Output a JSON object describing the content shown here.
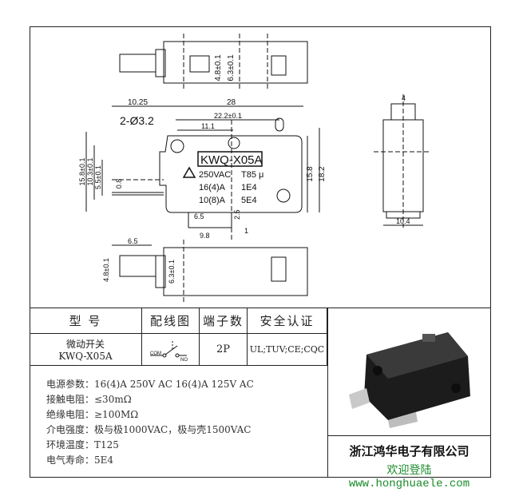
{
  "drawing": {
    "top_view": {
      "dim_a": "4.8±0.1",
      "dim_b": "6.3±0.1"
    },
    "front_view": {
      "dim_offset": "10.25",
      "dim_length": "28",
      "dim_hole_spacing": "22.2±0.1",
      "holes": "2-Ø3.2",
      "dim_half": "11.1",
      "dim_height": "15.8±0.1",
      "dim_h2": "10.3±0.1",
      "dim_h3": "5.5±0.1",
      "dim_thick": "0.8",
      "dim_right": "15.8",
      "dim_total": "18.2",
      "dim_term_w": "6.5",
      "dim_term_len": "9.8",
      "dim_2_5": "2.5",
      "dim_1": "1",
      "label": {
        "model": "KWQ-X05A",
        "voltage": "250VAC",
        "temp": "T85 μ",
        "rating1": "16(4)A",
        "life1": "1E4",
        "rating2": "10(8)A",
        "life2": "5E4"
      }
    },
    "side_view": {
      "dim_top": "4",
      "dim_width": "10.4"
    },
    "bottom_view": {
      "dim_a": "6.5",
      "dim_b": "4.8±0.1",
      "dim_c": "6.3±0.1"
    }
  },
  "table": {
    "headers": [
      "型 号",
      "配线图",
      "端子数",
      "安全认证"
    ],
    "row": {
      "type": "微动开关",
      "model": "KWQ-X05A",
      "com": "COM",
      "no": "NO",
      "terminals": "2P",
      "certs": "UL;TUV;CE;CQC"
    }
  },
  "specs": [
    "电源参数：16(4)A 250V AC  16(4)A 125V AC",
    "接触电阻：≤30mΩ",
    "绝缘电阻：≥100MΩ",
    "介电强度：极与极1000VAC，极与壳1500VAC",
    "环境温度：T125",
    "电气寿命：5E4"
  ],
  "company": {
    "name": "浙江鸿华电子有限公司",
    "website": "欢迎登陆www.honghuaele.com"
  }
}
